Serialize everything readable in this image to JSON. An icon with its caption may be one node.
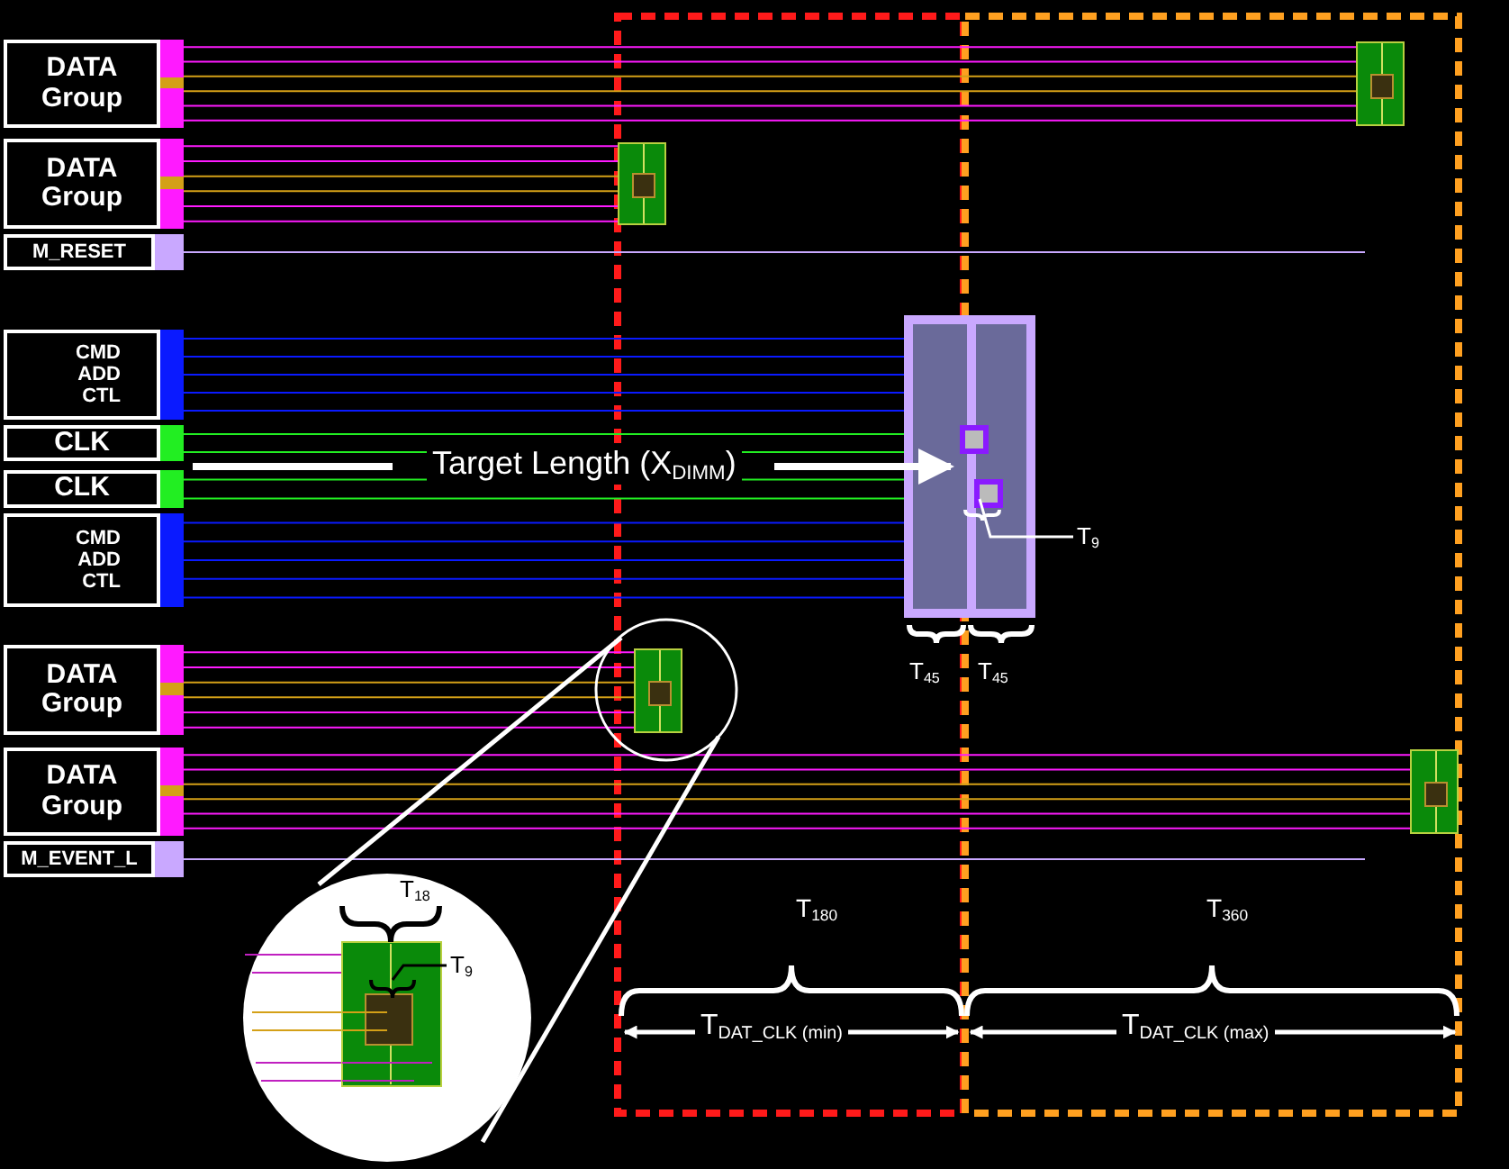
{
  "diagram": {
    "nodes": [
      {
        "text": [
          "DATA Group"
        ]
      },
      {
        "text": [
          "DATA Group"
        ]
      },
      {
        "text": [
          "M_RESET"
        ]
      },
      {
        "text": [
          "CMD ADD CTL"
        ]
      },
      {
        "text": [
          "CLK"
        ]
      },
      {
        "text": [
          "CLK"
        ]
      },
      {
        "text": [
          "CMD ADD CTL"
        ]
      },
      {
        "text": [
          "DATA Group"
        ]
      },
      {
        "text": [
          "DATA Group"
        ]
      },
      {
        "text": [
          "M_EVENT_L"
        ]
      },
      {
        "text": [],
        "shape": "box"
      },
      {
        "text": [],
        "shape": "box"
      },
      {
        "text": [],
        "shape": "box"
      },
      {
        "text": [],
        "shape": "box",
        "in": 12
      },
      {
        "text": [],
        "shape": "box",
        "in": 12
      },
      {
        "text": [
          "T$_{9}$"
        ]
      },
      {
        "text": [],
        "shape": "box"
      },
      {
        "text": [],
        "shape": "box"
      },
      {
        "text": [
          "T$_{9}$"
        ]
      }
    ],
    "edges": [
      {
        "from": 0,
        "to": 10,
        "arrow": "none"
      },
      {
        "from": 0,
        "to": 10,
        "arrow": "none"
      },
      {
        "from": 0,
        "to": 10,
        "arrow": "none",
        "color": "#d4a017"
      },
      {
        "from": 0,
        "to": 10,
        "arrow": "none",
        "color": "#d4a017"
      },
      {
        "from": 0,
        "to": 10,
        "arrow": "none"
      },
      {
        "from": 0,
        "to": 10,
        "arrow": "none"
      },
      {
        "from": 1,
        "to": 11,
        "arrow": "none"
      },
      {
        "from": 1,
        "to": 11,
        "arrow": "none"
      },
      {
        "from": 1,
        "to": 11,
        "arrow": "none",
        "color": "#d4a017"
      },
      {
        "from": 1,
        "to": 11,
        "arrow": "none",
        "color": "#d4a017"
      },
      {
        "from": 1,
        "to": 11,
        "arrow": "none"
      },
      {
        "from": 1,
        "to": 11,
        "arrow": "none"
      },
      {
        "from": 2,
        "to": null,
        "arrow": "none",
        "color": "#c9a8ff"
      },
      {
        "from": 3,
        "to": 12,
        "arrow": "none",
        "color": "#0a1aff"
      },
      {
        "from": 3,
        "to": 12,
        "arrow": "none",
        "color": "#0a1aff"
      },
      {
        "from": 3,
        "to": 12,
        "arrow": "none",
        "color": "#0a1aff"
      },
      {
        "from": 3,
        "to": 12,
        "arrow": "none",
        "color": "#0a1aff"
      },
      {
        "from": 3,
        "to": 12,
        "arrow": "none",
        "color": "#0a1aff"
      },
      {
        "from": 4,
        "to": 13,
        "arrow": "none",
        "color": "#22ee22"
      },
      {
        "from": 4,
        "to": 13,
        "arrow": "none",
        "color": "#22ee22"
      },
      {
        "from": 5,
        "to": 14,
        "arrow": "none",
        "color": "#22ee22"
      },
      {
        "from": 5,
        "to": 14,
        "arrow": "none",
        "color": "#22ee22"
      },
      {
        "from": 6,
        "to": 12,
        "arrow": "none",
        "color": "#0a1aff"
      },
      {
        "from": 6,
        "to": 12,
        "arrow": "none",
        "color": "#0a1aff"
      },
      {
        "from": 6,
        "to": 12,
        "arrow": "none",
        "color": "#0a1aff"
      },
      {
        "from": 6,
        "to": 12,
        "arrow": "none",
        "color": "#0a1aff"
      },
      {
        "from": 6,
        "to": 12,
        "arrow": "none",
        "color": "#0a1aff"
      },
      {
        "from": 15,
        "to": 14,
        "arrow": "none",
        "color": "#ffffff"
      },
      {
        "from": 7,
        "to": 16,
        "arrow": "none"
      },
      {
        "from": 7,
        "to": 16,
        "arrow": "none"
      },
      {
        "from": 7,
        "to": 16,
        "arrow": "none",
        "color": "#d4a017"
      },
      {
        "from": 7,
        "to": 16,
        "arrow": "none",
        "color": "#d4a017"
      },
      {
        "from": 7,
        "to": 16,
        "arrow": "none"
      },
      {
        "from": 7,
        "to": 16,
        "arrow": "none"
      },
      {
        "from": 8,
        "to": 17,
        "arrow": "none"
      },
      {
        "from": 8,
        "to": 17,
        "arrow": "none"
      },
      {
        "from": 8,
        "to": 17,
        "arrow": "none",
        "color": "#d4a017"
      },
      {
        "from": 8,
        "to": 17,
        "arrow": "none",
        "color": "#d4a017"
      },
      {
        "from": 8,
        "to": 17,
        "arrow": "none"
      },
      {
        "from": 8,
        "to": 17,
        "arrow": "none"
      },
      {
        "from": 9,
        "to": null,
        "arrow": "none",
        "color": "#c9a8ff"
      },
      {
        "from": 18,
        "to": null,
        "arrow": "none",
        "color": "#000000"
      }
    ],
    "labels": [
      "Target Length (X$_{DIMM}$)",
      "T$_{45}$",
      "T$_{45}$",
      "T$_{18}$",
      "T$_{180}$",
      "T$_{360}$",
      "T$_{DAT_CLK (min)}$",
      "T$_{DAT_CLK (max)}$"
    ]
  }
}
